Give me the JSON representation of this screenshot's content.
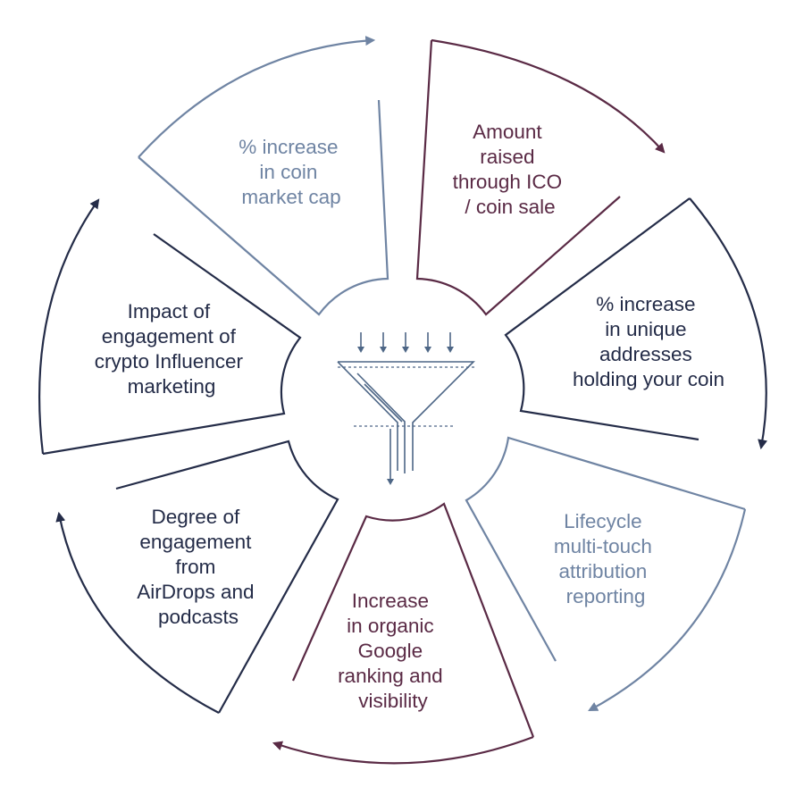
{
  "colors": {
    "slate_blue": "#6f84a3",
    "plum": "#5a2a45",
    "navy": "#242c48",
    "funnel": "#4d6686"
  },
  "segments": [
    {
      "id": "market-cap",
      "color": "slate_blue",
      "lines": [
        "% increase",
        "in coin",
        "market cap"
      ]
    },
    {
      "id": "amount-raised",
      "color": "plum",
      "lines": [
        "Amount",
        "raised",
        "through ICO",
        "/ coin sale"
      ]
    },
    {
      "id": "unique-addresses",
      "color": "navy",
      "lines": [
        "% increase",
        "in unique",
        "addresses",
        "holding your coin"
      ]
    },
    {
      "id": "lifecycle-attribution",
      "color": "slate_blue",
      "lines": [
        "Lifecycle",
        "multi-touch",
        "attribution",
        "reporting"
      ]
    },
    {
      "id": "organic-ranking",
      "color": "plum",
      "lines": [
        "Increase",
        "in organic",
        "Google",
        "ranking and",
        "visibility"
      ]
    },
    {
      "id": "airdrops-podcasts",
      "color": "navy",
      "lines": [
        "Degree of",
        "engagement",
        "from",
        "AirDrops and",
        "podcasts"
      ]
    },
    {
      "id": "influencer-marketing",
      "color": "navy",
      "lines": [
        "Impact of",
        "engagement of",
        "crypto Influencer",
        "marketing"
      ]
    }
  ],
  "center_icon": "funnel-icon"
}
